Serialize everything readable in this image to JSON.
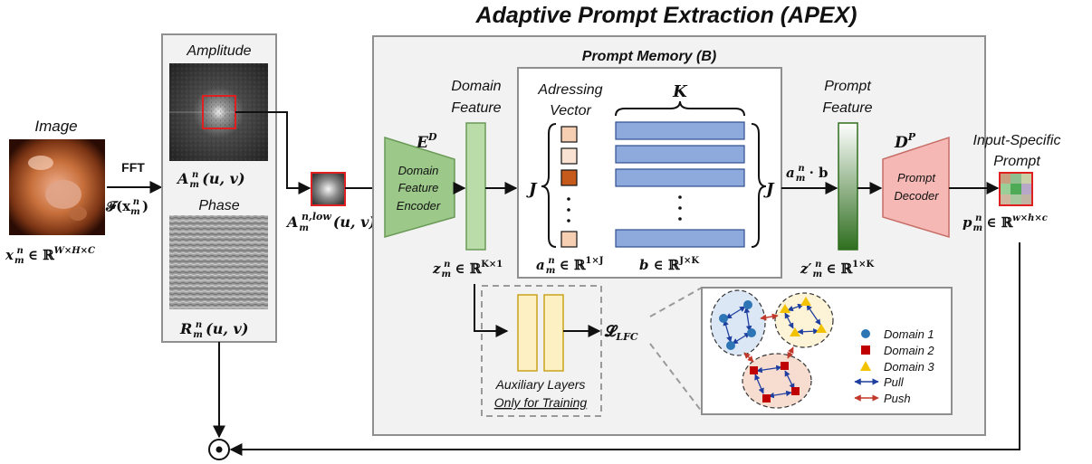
{
  "title": "Adaptive Prompt Extraction (APEX)",
  "input": {
    "image_label": "Image",
    "image_var": "x",
    "image_space": "∈ ℝ",
    "image_dims": "W×H×C",
    "fft_label": "FFT",
    "fft_expr": "𝓕(x",
    "fft_sub": "m",
    "fft_sup": "n",
    "fft_close": ")"
  },
  "frequency": {
    "amplitude_label": "Amplitude",
    "amplitude_var": "A",
    "amplitude_args": "(u, v)",
    "phase_label": "Phase",
    "phase_var": "R",
    "phase_args": "(u, v)",
    "low_var": "A",
    "low_sup": "n,low",
    "low_args": "(u, v)",
    "sub": "m",
    "sup": "n"
  },
  "memory": {
    "title": "Prompt Memory (B)",
    "domain_feature": [
      "Domain",
      "Feature"
    ],
    "encoder_var": "E",
    "encoder_sup": "D",
    "encoder_text": [
      "Domain",
      "Feature",
      "Encoder"
    ],
    "z_var": "z",
    "z_space": "∈ ℝ",
    "z_dims": "K×1",
    "addressing": [
      "Adressing",
      "Vector"
    ],
    "K_label": "K",
    "J_label": "J",
    "a_var": "a",
    "a_space": "∈ ℝ",
    "a_dims": "1×J",
    "b_var": "b",
    "b_space": "∈ ℝ",
    "b_dims": "J×K",
    "dots": "⋮"
  },
  "prompt": {
    "feature": [
      "Prompt",
      "Feature"
    ],
    "product": "a",
    "product_rest": "· b",
    "zp_var": "z′",
    "zp_space": "∈ ℝ",
    "zp_dims": "1×K",
    "decoder_var": "D",
    "decoder_sup": "P",
    "decoder_text": [
      "Prompt",
      "Decoder"
    ],
    "output_label": [
      "Input-Specific",
      "Prompt"
    ],
    "p_var": "p",
    "p_space": "∈ ℝ",
    "p_dims": "w×h×c"
  },
  "auxiliary": {
    "caption": "Auxiliary Layers",
    "note": "Only for Training",
    "loss": "𝓛",
    "loss_sub": "LFC"
  },
  "legend": {
    "domain1": "Domain 1",
    "domain2": "Domain 2",
    "domain3": "Domain 3",
    "pull": "Pull",
    "push": "Push"
  },
  "colors": {
    "encoder_green": "#9cc98a",
    "feature_green": "#b9dca8",
    "decoder_pink": "#f5b8b4",
    "memory_blue": "#8ea9db",
    "addr_light": "#f6cfb3",
    "addr_dark": "#c55a1c",
    "aux_yellow": "#fdf0c2",
    "domain1_blue": "#2e75b6",
    "domain2_red": "#c00000",
    "domain3_yellow": "#f2c200",
    "pull_blue": "#1f3fa0",
    "push_red": "#c0392b"
  },
  "icons": [
    "hadamard-product-icon"
  ]
}
